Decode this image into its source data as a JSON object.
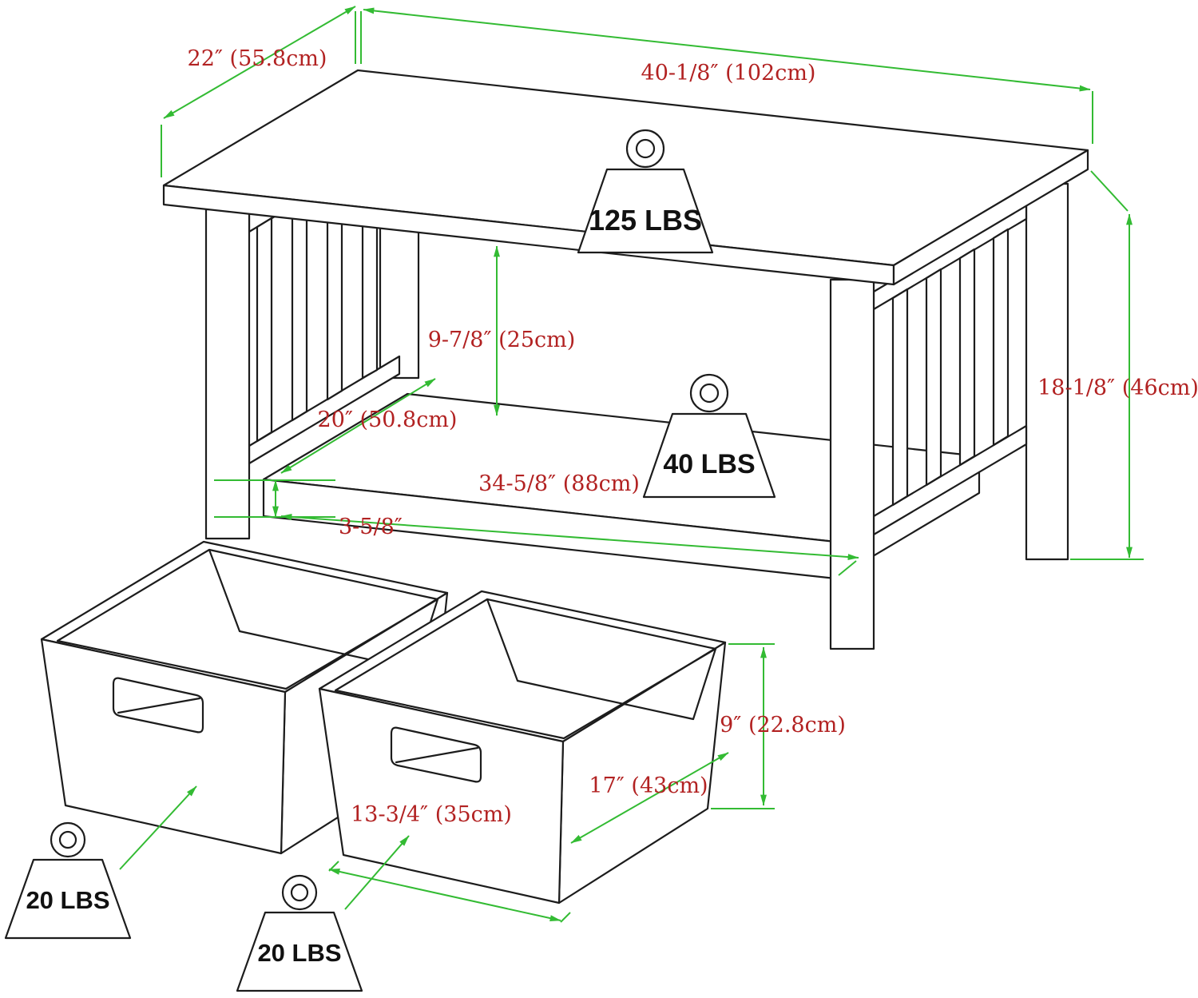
{
  "colors": {
    "background": "#ffffff",
    "line": "#1c1c1c",
    "dimension": "#33bb33",
    "label": "#b22222",
    "weight_text": "#111111"
  },
  "icons": {
    "weight": "weight-pictogram"
  },
  "dimensions": {
    "top_depth": "22″ (55.8cm)",
    "top_width": "40-1/8″ (102cm)",
    "clearance": "9-7/8″ (25cm)",
    "shelf_depth": "20″ (50.8cm)",
    "shelf_width": "34-5/8″ (88cm)",
    "shelf_thickness": "3-5/8″",
    "table_height": "18-1/8″ (46cm)",
    "bin_height": "9″ (22.8cm)",
    "bin_depth": "17″ (43cm)",
    "bin_width": "13-3/4″ (35cm)"
  },
  "weights": {
    "tabletop": "125 LBS",
    "shelf": "40 LBS",
    "bin_left": "20 LBS",
    "bin_right": "20 LBS"
  }
}
